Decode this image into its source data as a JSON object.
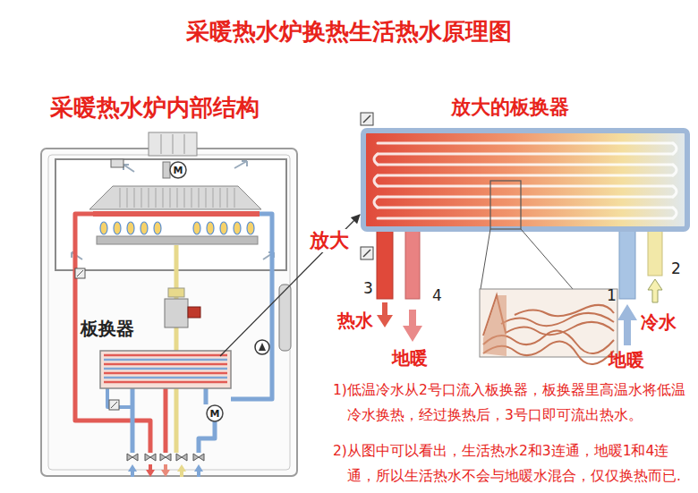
{
  "diagram": {
    "title": "采暖热水炉换热生活热水原理图",
    "labels": [
      "采暖热水炉内部结构",
      "放大的板换器",
      "放大",
      "板换器",
      "M",
      "M",
      "3",
      "4",
      "1",
      "2",
      "热水",
      "地暖",
      "冷水",
      "地暖",
      "1)低温冷水从2号口流入板换器，板换器里高温水将低温冷水换热，经过换热后，3号口即可流出热水。",
      "2)从图中可以看出，生活热水2和3连通，地暖1和4连通，所以生活热水不会与地暖水混合，仅仅换热而已."
    ]
  }
}
